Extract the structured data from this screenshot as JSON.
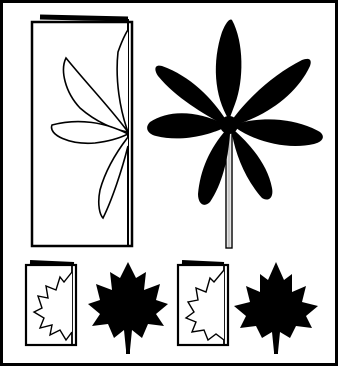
{
  "figure": {
    "panels": [
      {
        "id": "horse-chestnut",
        "items": [
          "folded-paper-with-half-leaf-outline",
          "cut-out-palmate-leaf-silhouette"
        ]
      },
      {
        "id": "maple-a",
        "items": [
          "folded-paper-with-half-leaf-outline",
          "cut-out-maple-leaf-silhouette"
        ]
      },
      {
        "id": "maple-b",
        "items": [
          "folded-paper-with-half-leaf-outline",
          "cut-out-maple-leaf-silhouette"
        ]
      }
    ],
    "colors": {
      "ink": "#000000",
      "paper": "#ffffff",
      "stem": "#c8c8c8"
    }
  }
}
